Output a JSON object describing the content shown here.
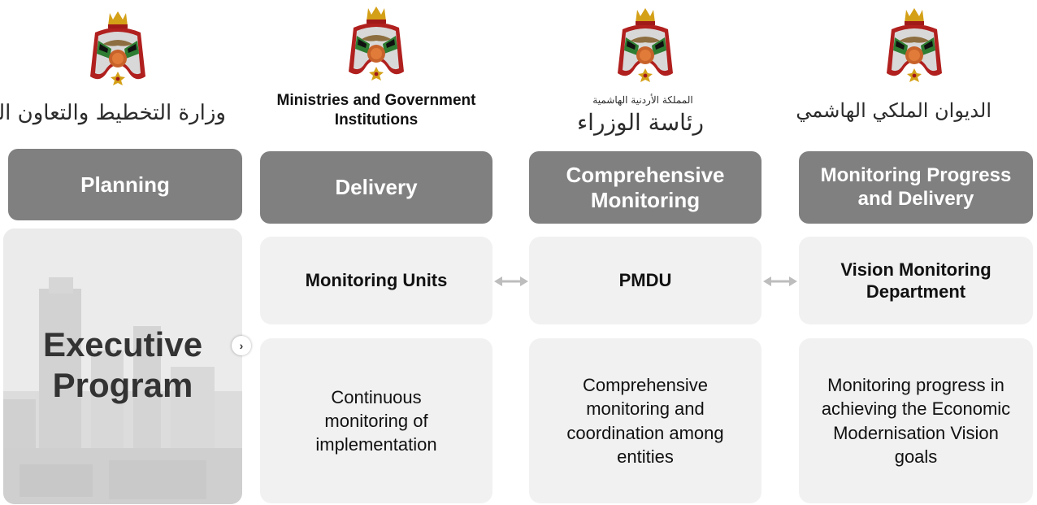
{
  "columns": [
    {
      "emblem_icon": "jordan-coat-of-arms-icon",
      "arabic_label": "وزارة التخطيط والتعاون الدولي",
      "header": "Planning"
    },
    {
      "emblem_icon": "jordan-coat-of-arms-icon",
      "caption": "Ministries and Government Institutions",
      "header": "Delivery",
      "unit": "Monitoring Units",
      "description": "Continuous monitoring of implementation"
    },
    {
      "emblem_icon": "jordan-coat-of-arms-icon",
      "arabic_label_small": "المملكة الأردنية الهاشمية",
      "arabic_label": "رئاسة الوزراء",
      "header": "Comprehensive Monitoring",
      "unit": "PMDU",
      "description": "Comprehensive monitoring and coordination among entities"
    },
    {
      "emblem_icon": "jordan-coat-of-arms-icon",
      "arabic_label": "الديوان الملكي الهاشمي",
      "header": "Monitoring Progress and Delivery",
      "unit": "Vision Monitoring Department",
      "description": "Monitoring progress in achieving the Economic Modernisation Vision goals"
    }
  ],
  "executive_program": {
    "title": "Executive Program",
    "background": "city-skyline-photo"
  },
  "connectors": [
    "double-arrow-icon",
    "double-arrow-icon"
  ],
  "colors": {
    "header_box": "#808080",
    "content_box": "#f1f1f1",
    "arrow": "#bdbdbd"
  }
}
